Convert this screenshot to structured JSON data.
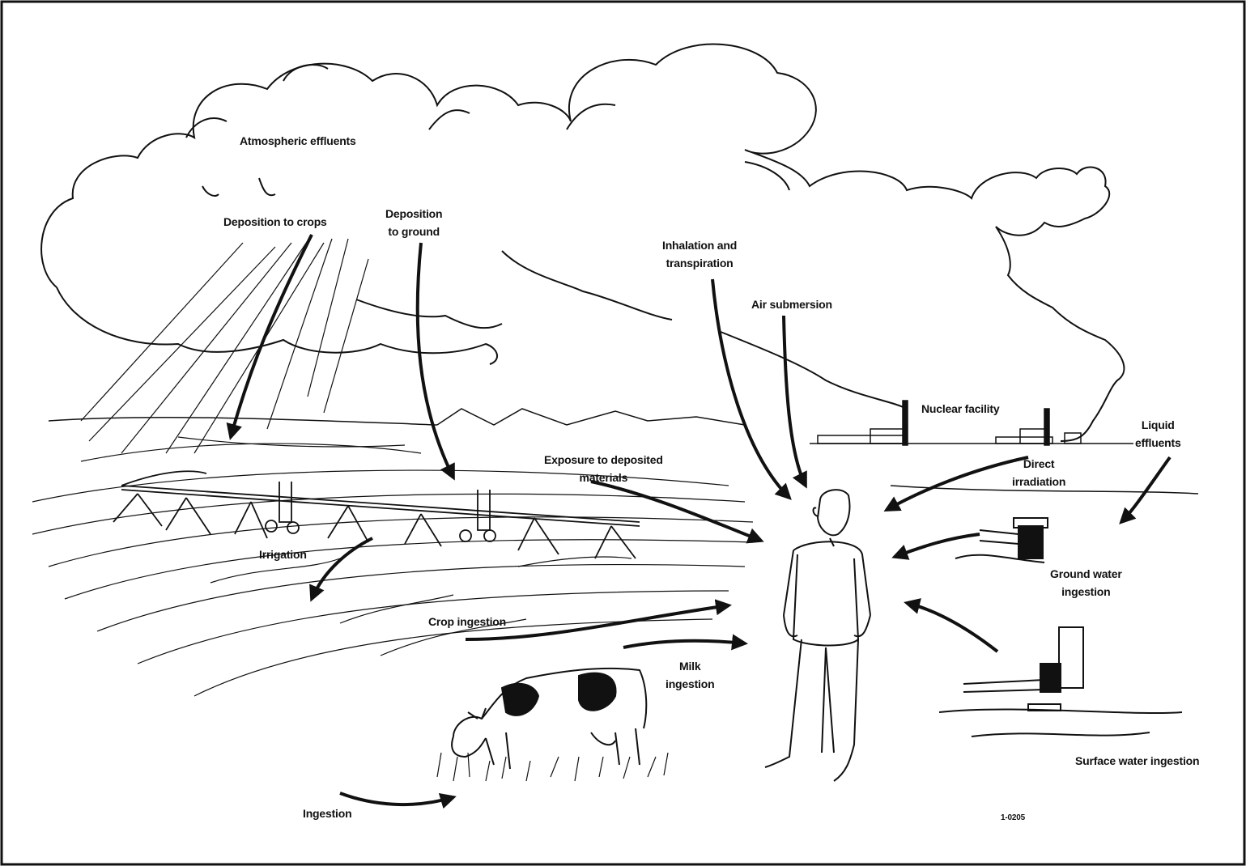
{
  "figure_id": "1-0205",
  "labels": {
    "atmospheric_effluents": "Atmospheric effluents",
    "deposition_to_crops": "Deposition to crops",
    "deposition_to_ground": "Deposition\nto ground",
    "inhalation_transpiration": "Inhalation and\ntranspiration",
    "air_submersion": "Air submersion",
    "nuclear_facility": "Nuclear facility",
    "liquid_effluents": "Liquid\neffluents",
    "direct_irradiation": "Direct\nirradiation",
    "exposure_deposited": "Exposure to deposited\nmaterials",
    "irrigation": "Irrigation",
    "crop_ingestion": "Crop ingestion",
    "milk_ingestion": "Milk\ningestion",
    "ground_water_ingestion": "Ground water\ningestion",
    "surface_water_ingestion": "Surface water ingestion",
    "ingestion": "Ingestion"
  },
  "icons": {
    "cloud": "cloud-icon",
    "sprinkler": "irrigation-sprinkler-icon",
    "cow": "cow-icon",
    "person": "person-icon",
    "facility": "nuclear-facility-icon",
    "pump": "water-pump-icon"
  },
  "colors": {
    "ink": "#111111",
    "background": "#ffffff"
  }
}
